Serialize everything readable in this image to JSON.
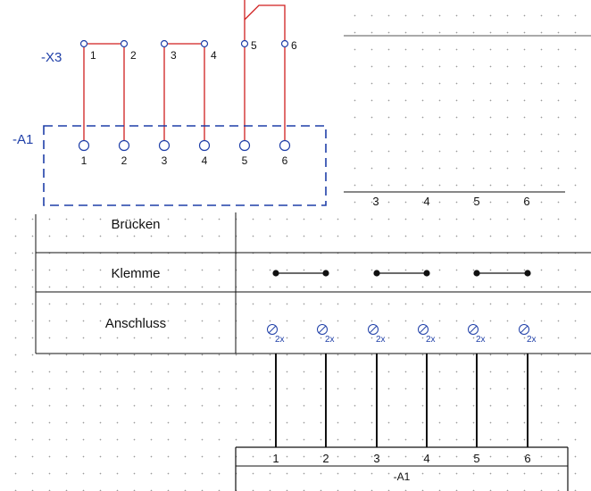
{
  "colors": {
    "wire": "#d01f1f",
    "terminal": "#1f3fa8",
    "frame": "#1f3fa8",
    "line": "#111111",
    "grid_dot": "#9a9a9a"
  },
  "strip": {
    "designation": "-X3",
    "terminals": [
      "1",
      "2",
      "3",
      "4",
      "5",
      "6"
    ]
  },
  "device": {
    "designation": "-A1",
    "terminals": [
      "1",
      "2",
      "3",
      "4",
      "5",
      "6"
    ]
  },
  "header_partial": {
    "columns": [
      "3",
      "4",
      "5",
      "6"
    ]
  },
  "table": {
    "rows": {
      "bridges": "Brücken",
      "terminal": "Klemme",
      "connection": "Anschluss"
    },
    "connection_count": "2x",
    "connection_icon": "screw-connection-icon"
  },
  "footer": {
    "columns": [
      "1",
      "2",
      "3",
      "4",
      "5",
      "6"
    ],
    "device_label": "-A1"
  }
}
